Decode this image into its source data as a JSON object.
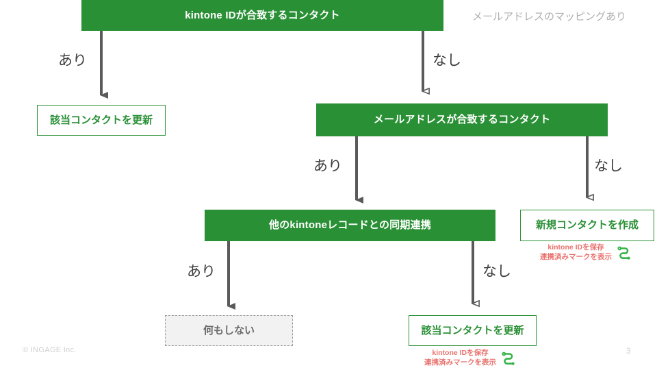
{
  "slide": {
    "subtitle": "メールアドレスのマッピングあり",
    "footer_copyright": "© INGAGE Inc.",
    "page_number": "3",
    "colors": {
      "green_fill": "#2a9035",
      "green_text": "#2a9035",
      "arrow_gray": "#5a5a5a",
      "note_red": "#e8736f",
      "dashed_gray": "#9a9a9a",
      "muted": "#b0b0b0"
    }
  },
  "nodes": [
    {
      "id": "kintone-id-match",
      "label": "kintone IDが合致するコンタクト",
      "style": "green"
    },
    {
      "id": "update-contact-left",
      "label": "該当コンタクトを更新",
      "style": "outline"
    },
    {
      "id": "email-match",
      "label": "メールアドレスが合致するコンタクト",
      "style": "green"
    },
    {
      "id": "sync-other-record",
      "label": "他のkintoneレコードとの同期連携",
      "style": "green"
    },
    {
      "id": "create-new-contact",
      "label": "新規コンタクトを作成",
      "style": "outline"
    },
    {
      "id": "do-nothing",
      "label": "何もしない",
      "style": "dashed"
    },
    {
      "id": "update-contact-bottom",
      "label": "該当コンタクトを更新",
      "style": "outline"
    }
  ],
  "edges": [
    {
      "id": "e1",
      "label": "あり",
      "from": "kintone-id-match",
      "to": "update-contact-left"
    },
    {
      "id": "e2",
      "label": "なし",
      "from": "kintone-id-match",
      "to": "email-match"
    },
    {
      "id": "e3",
      "label": "あり",
      "from": "email-match",
      "to": "sync-other-record"
    },
    {
      "id": "e4",
      "label": "なし",
      "from": "email-match",
      "to": "create-new-contact"
    },
    {
      "id": "e5",
      "label": "あり",
      "from": "sync-other-record",
      "to": "do-nothing"
    },
    {
      "id": "e6",
      "label": "なし",
      "from": "sync-other-record",
      "to": "update-contact-bottom"
    }
  ],
  "notes": [
    {
      "id": "note-create",
      "line1": "kintone IDを保存",
      "line2": "連携済みマークを表示",
      "icon": "sync-link-icon"
    },
    {
      "id": "note-update",
      "line1": "kintone IDを保存",
      "line2": "連携済みマークを表示",
      "icon": "sync-link-icon"
    }
  ]
}
